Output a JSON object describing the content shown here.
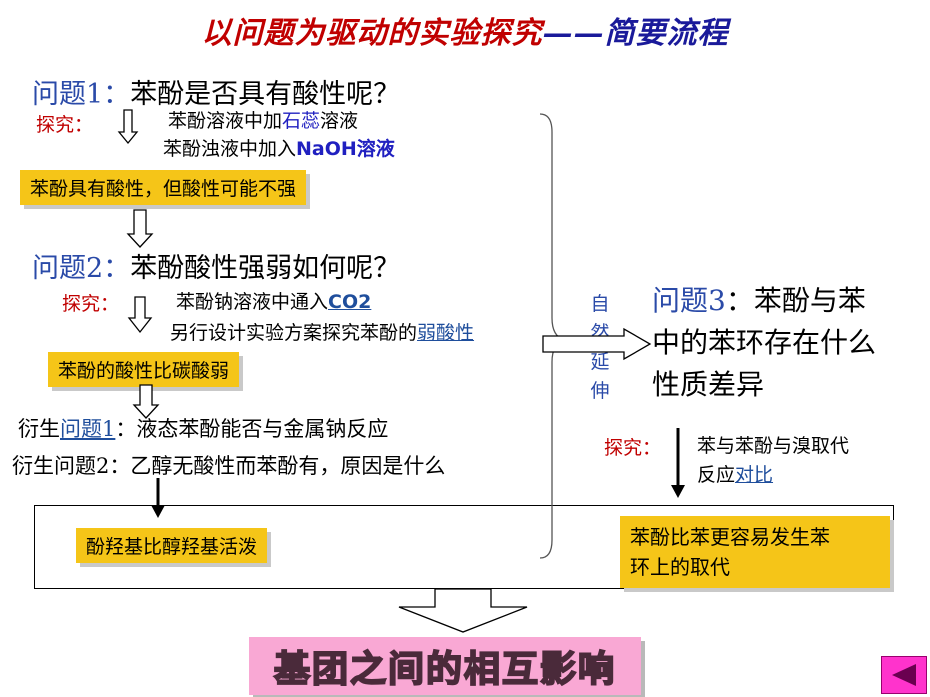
{
  "title": {
    "main": "以问题为驱动的实验探究",
    "dash": "——",
    "tail": "简要流程"
  },
  "q1": {
    "lead": "问题1：",
    "text": "苯酚是否具有酸性呢？",
    "explore": "探究：",
    "step1_a": "苯酚溶液中加",
    "step1_b": "石蕊",
    "step1_c": "溶液",
    "step2_a": "苯酚浊液中加入",
    "step2_b": "NaOH溶液",
    "result": "苯酚具有酸性，但酸性可能不强"
  },
  "q2": {
    "lead": "问题2：",
    "text": "苯酚酸性强弱如何呢？",
    "explore": "探究：",
    "step1_a": "苯酚钠溶液中通入",
    "step1_b": "CO2",
    "step2_a": "另行设计实验方案探究苯酚的",
    "step2_b": "弱酸性",
    "result": "苯酚的酸性比碳酸弱"
  },
  "derived": {
    "d1_a": "衍生",
    "d1_b": "问题1",
    "d1_c": "：液态苯酚能否与金属钠反应",
    "d2": "衍生问题2：乙醇无酸性而苯酚有，原因是什么"
  },
  "natural": [
    "自",
    "然",
    "延",
    "伸"
  ],
  "q3": {
    "lead": "问题3",
    "line1": "：苯酚与苯",
    "line2": "中的苯环存在什么",
    "line3": "性质差异",
    "explore": "探究：",
    "step_a": "苯与苯酚与溴取代",
    "step_b": "反应",
    "step_c": "对比"
  },
  "conclusions": {
    "left": "酚羟基比醇羟基活泼",
    "right_1": "苯酚比苯更容易发生苯",
    "right_2": "环上的取代"
  },
  "banner": "基团之间的相互影响",
  "colors": {
    "title_red": "#c00000",
    "highlight_yellow": "#f5c518",
    "banner_pink": "#f9a8d4",
    "nav_magenta": "#ff33cc",
    "question_blue": "#2a4aa8"
  },
  "icons": {
    "down_arrow": "hollow-down-arrow-icon",
    "right_arrow": "hollow-right-arrow-icon",
    "nav": "back-triangle-icon"
  }
}
